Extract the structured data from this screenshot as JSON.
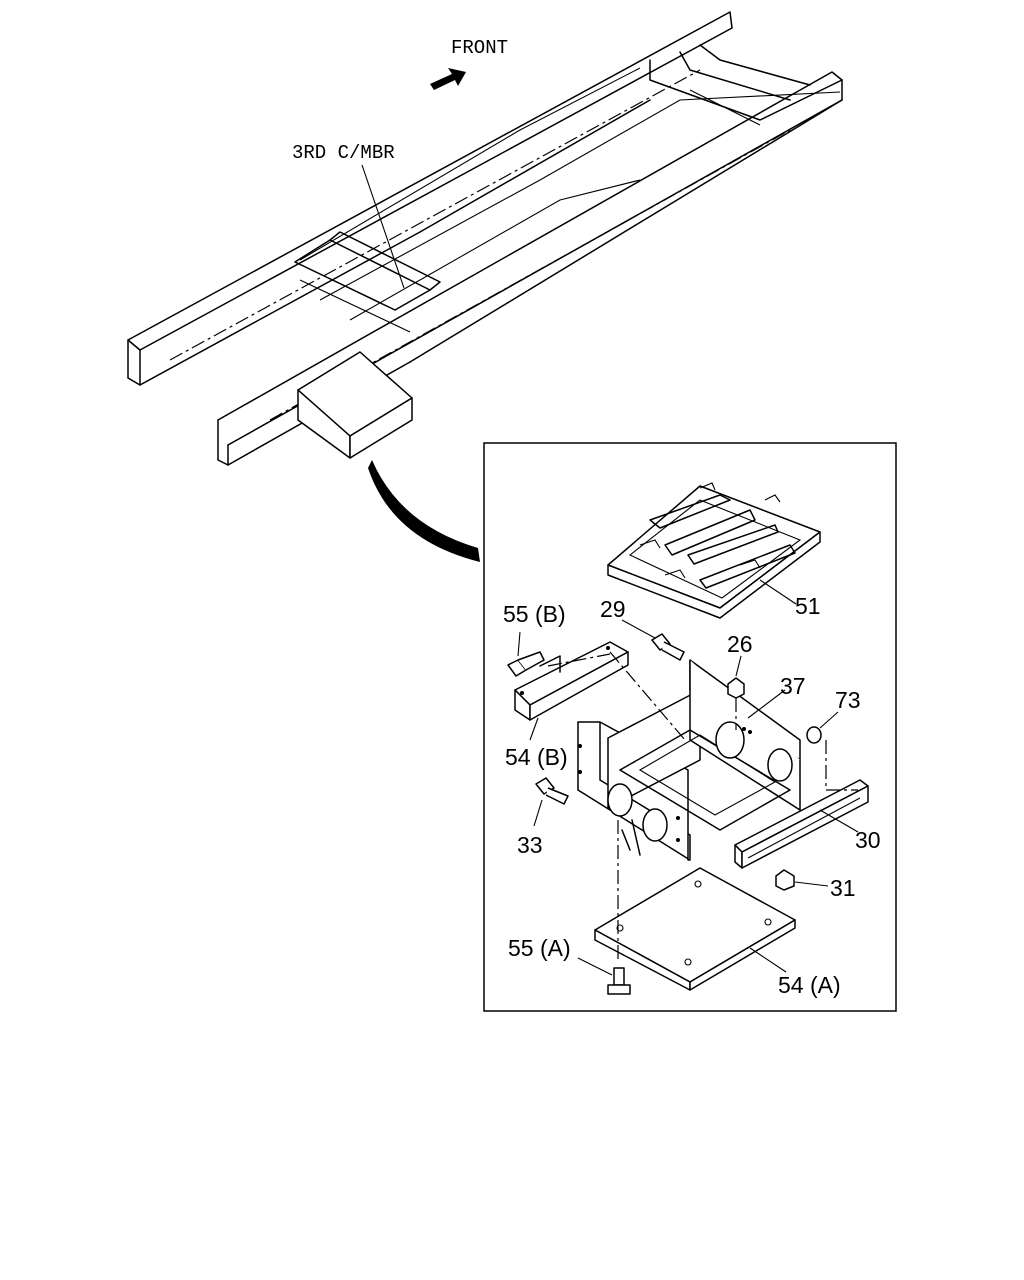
{
  "labels": {
    "front": "FRONT",
    "third_cross_member": "3RD C/MBR",
    "p51": "51",
    "p55b": "55 (B)",
    "p29": "29",
    "p26": "26",
    "p37": "37",
    "p73": "73",
    "p54b": "54 (B)",
    "p33": "33",
    "p30": "30",
    "p31": "31",
    "p55a": "55 (A)",
    "p54a": "54 (A)"
  }
}
